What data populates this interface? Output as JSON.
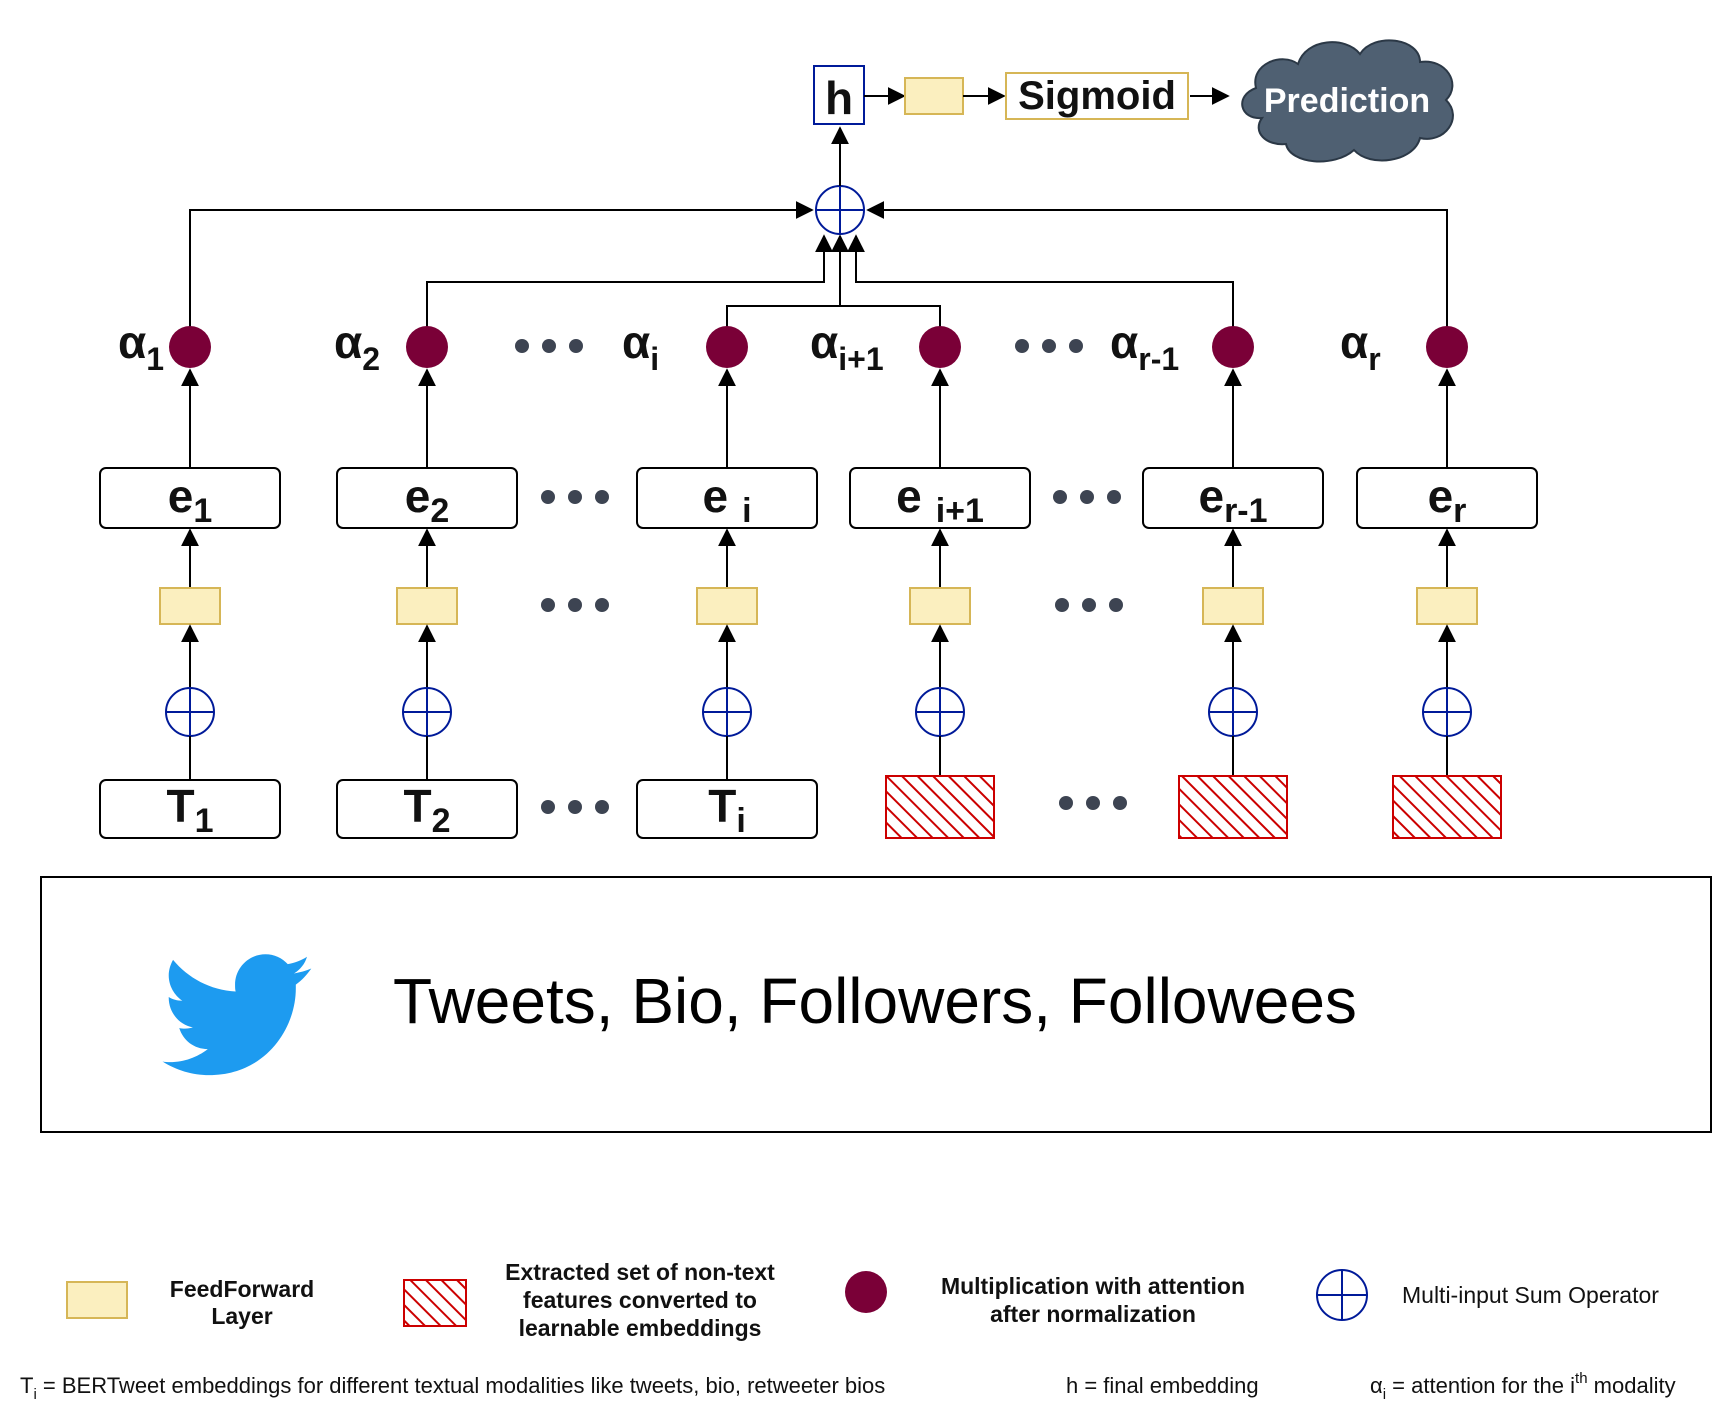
{
  "output": {
    "h_label": "h",
    "sigmoid_label": "Sigmoid",
    "prediction_label": "Prediction"
  },
  "columns": [
    {
      "alpha_base": "α",
      "alpha_sub": "1",
      "e_base": "e",
      "e_sub": "1",
      "input_kind": "text",
      "t_base": "T",
      "t_sub": "1"
    },
    {
      "alpha_base": "α",
      "alpha_sub": "2",
      "e_base": "e",
      "e_sub": "2",
      "input_kind": "text",
      "t_base": "T",
      "t_sub": "2"
    },
    {
      "alpha_base": "α",
      "alpha_sub": "i",
      "e_base": "e",
      "e_sub": "i",
      "input_kind": "text",
      "t_base": "T",
      "t_sub": "i"
    },
    {
      "alpha_base": "α",
      "alpha_sub": "i+1",
      "e_base": "e",
      "e_sub": "i+1",
      "input_kind": "non-text"
    },
    {
      "alpha_base": "α",
      "alpha_sub": "r-1",
      "e_base": "e",
      "e_sub": "r-1",
      "input_kind": "non-text"
    },
    {
      "alpha_base": "α",
      "alpha_sub": "r",
      "e_base": "e",
      "e_sub": "r",
      "input_kind": "non-text"
    }
  ],
  "source": {
    "icon": "twitter-bird-icon",
    "label": "Tweets, Bio, Followers, Followees"
  },
  "legend": {
    "feedforward": {
      "line1": "FeedForward",
      "line2": "Layer"
    },
    "nontext": {
      "line1": "Extracted set of non-text",
      "line2": "features converted to",
      "line3": "learnable embeddings"
    },
    "multiply": {
      "line1": "Multiplication with attention",
      "line2": "after normalization"
    },
    "sum": {
      "line1": "Multi-input Sum Operator"
    }
  },
  "footnotes": {
    "t_def": {
      "base": "T",
      "sub": "i",
      "text": " = BERTweet embeddings for different textual modalities like tweets, bio, retweeter bios"
    },
    "h_def": {
      "text": "h = final embedding"
    },
    "alpha_def": {
      "base": "α",
      "sub": "i",
      "mid": " = attention for the i",
      "sup": "th",
      "end": " modality"
    }
  },
  "colors": {
    "feedforward_fill": "#fbefbf",
    "feedforward_stroke": "#d6b656",
    "attention_dot": "#7a0037",
    "sum_operator": "#001a99",
    "hatch": "#cc0000",
    "cloud": "#4f6072",
    "twitter": "#1d9bf0"
  }
}
